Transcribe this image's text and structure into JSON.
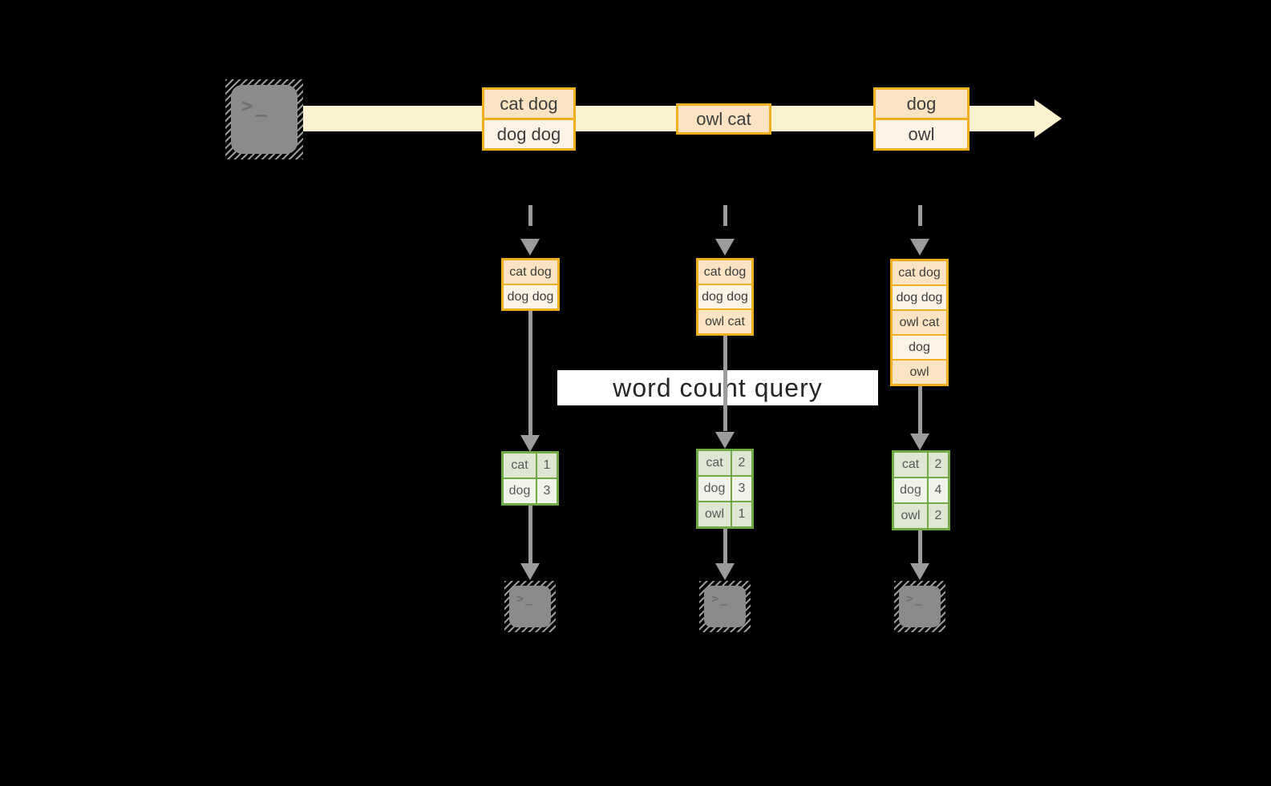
{
  "banner": {
    "label": "word count query"
  },
  "terminal_glyph": ">_",
  "timeline": {
    "events": [
      {
        "lines": [
          "cat dog",
          "dog dog"
        ]
      },
      {
        "lines": [
          "owl cat"
        ]
      },
      {
        "lines": [
          "dog",
          "owl"
        ]
      }
    ]
  },
  "columns": [
    {
      "stack": [
        "cat dog",
        "dog dog"
      ],
      "table": {
        "rows": [
          {
            "word": "cat",
            "count": "1"
          },
          {
            "word": "dog",
            "count": "3"
          }
        ]
      }
    },
    {
      "stack": [
        "cat dog",
        "dog dog",
        "owl cat"
      ],
      "table": {
        "rows": [
          {
            "word": "cat",
            "count": "2"
          },
          {
            "word": "dog",
            "count": "3"
          },
          {
            "word": "owl",
            "count": "1"
          }
        ]
      }
    },
    {
      "stack": [
        "cat dog",
        "dog dog",
        "owl cat",
        "dog",
        "owl"
      ],
      "table": {
        "rows": [
          {
            "word": "cat",
            "count": "2"
          },
          {
            "word": "dog",
            "count": "4"
          },
          {
            "word": "owl",
            "count": "2"
          }
        ]
      }
    }
  ],
  "colors": {
    "background": "#000000",
    "stream_band": "#fdf2cf",
    "event_fill_dark": "#fbe3c4",
    "event_fill_light": "#fdf3e4",
    "event_border": "#efaf1f",
    "table_border": "#6faa44",
    "table_row_dark": "#dde7d2",
    "table_row_light": "#eff3ea",
    "arrow_gray": "#9c9c9c",
    "terminal_gray": "#8b8b8b",
    "banner_bg": "#ffffff",
    "text_dark": "#3c3c3c"
  }
}
